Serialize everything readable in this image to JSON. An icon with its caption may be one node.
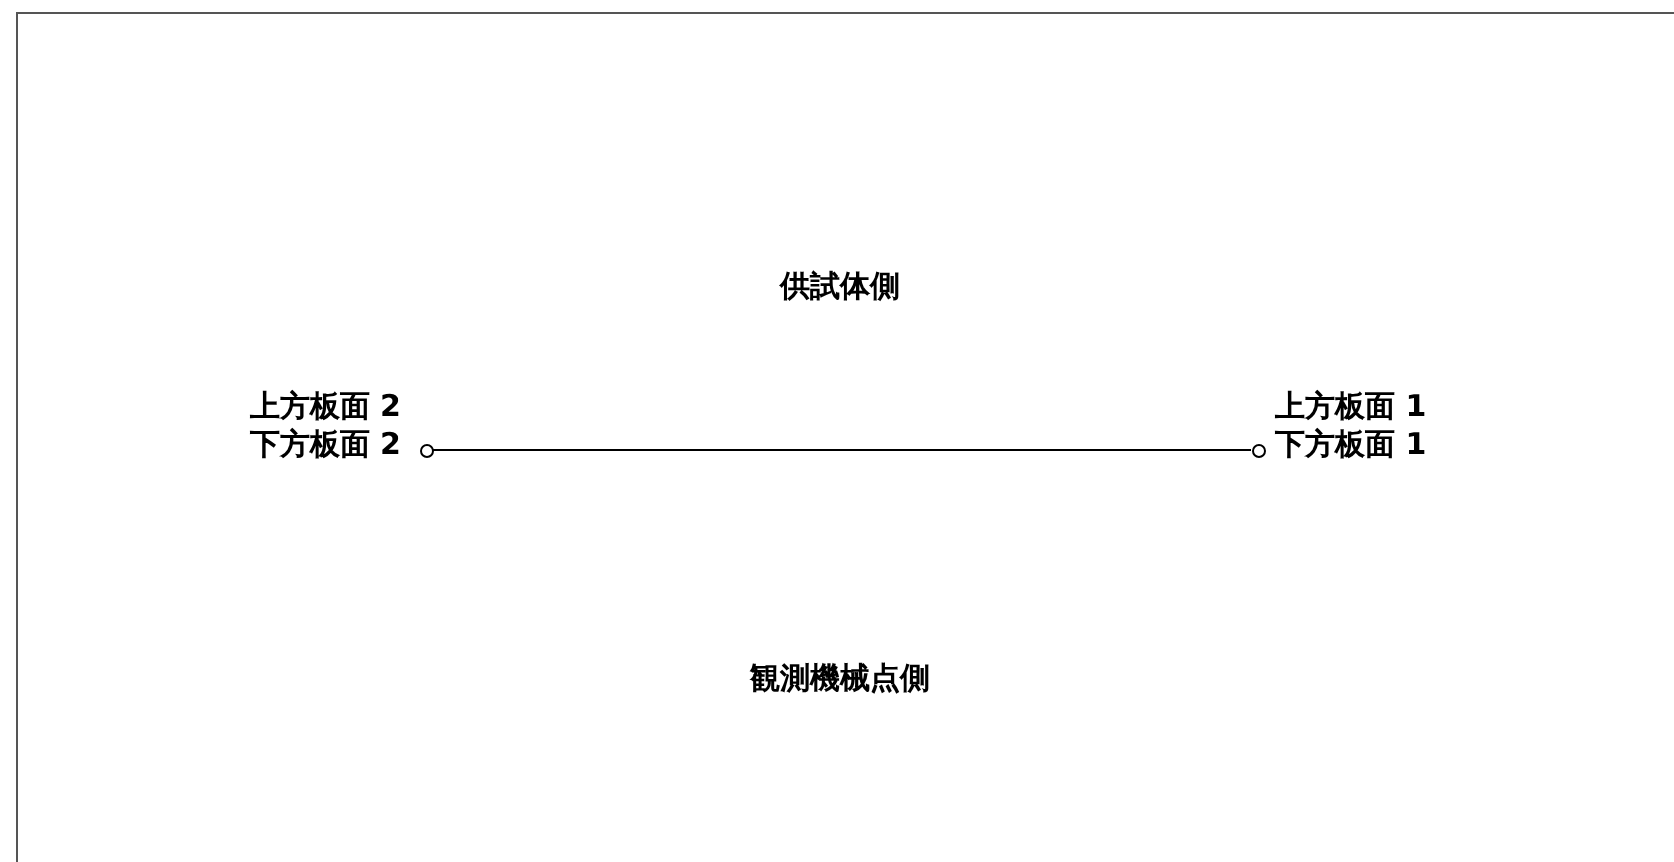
{
  "diagram": {
    "nodes": [
      {
        "text": [],
        "shape": "circle",
        "beside": [
          "上方板面 2",
          "下方板面 2"
        ]
      },
      {
        "text": [],
        "shape": "circle",
        "beside": [
          "上方板面 1",
          "下方板面 1"
        ]
      }
    ],
    "edges": [
      {
        "from": 0,
        "to": 1,
        "arrow": "none"
      }
    ],
    "labels": [
      "供試体側",
      "観測機械点側"
    ]
  }
}
